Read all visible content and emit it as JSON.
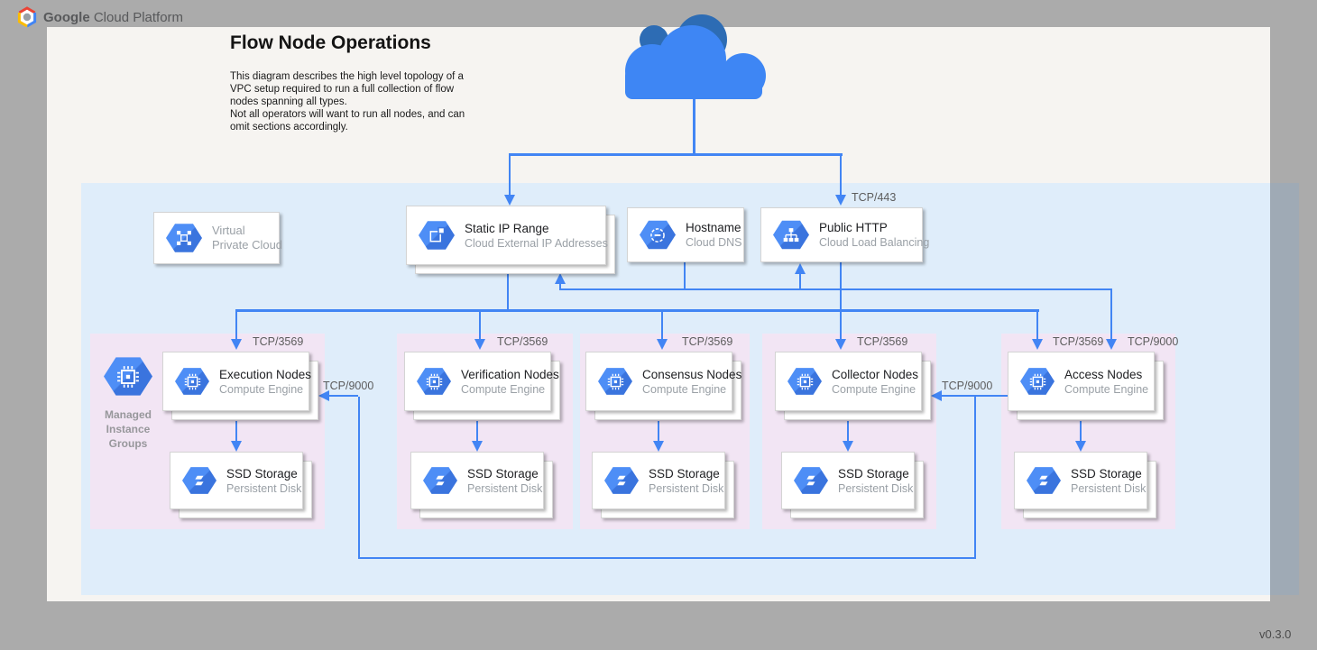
{
  "header": {
    "brand_bold": "Google",
    "brand_rest": "Cloud Platform"
  },
  "page": {
    "title": "Flow Node Operations",
    "description_lines": [
      "This diagram describes the high level topology of a",
      "VPC setup required to run a full collection of flow",
      "nodes spanning all types.",
      "Not all operators will want to run all nodes, and can",
      "omit sections accordingly."
    ],
    "version": "v0.3.0"
  },
  "vpc_card": {
    "line1": "Virtual",
    "line2": "Private Cloud"
  },
  "services": {
    "static_ip": {
      "title": "Static IP Range",
      "subtitle": "Cloud External IP Addresses"
    },
    "hostname": {
      "title": "Hostname",
      "subtitle": "Cloud DNS"
    },
    "public_http": {
      "title": "Public HTTP",
      "subtitle": "Cloud Load Balancing"
    }
  },
  "ports": {
    "https": "TCP/443"
  },
  "mig": {
    "label_lines": [
      "Managed",
      "Instance",
      "Groups"
    ]
  },
  "groups": [
    {
      "title": "Execution Nodes",
      "subtitle": "Compute Engine",
      "storage_title": "SSD Storage",
      "storage_subtitle": "Persistent Disk",
      "port_label": "TCP/3569"
    },
    {
      "title": "Verification Nodes",
      "subtitle": "Compute Engine",
      "storage_title": "SSD Storage",
      "storage_subtitle": "Persistent Disk",
      "port_label": "TCP/3569"
    },
    {
      "title": "Consensus Nodes",
      "subtitle": "Compute Engine",
      "storage_title": "SSD Storage",
      "storage_subtitle": "Persistent Disk",
      "port_label": "TCP/3569"
    },
    {
      "title": "Collector Nodes",
      "subtitle": "Compute Engine",
      "storage_title": "SSD Storage",
      "storage_subtitle": "Persistent Disk",
      "port_label": "TCP/3569"
    },
    {
      "title": "Access Nodes",
      "subtitle": "Compute Engine",
      "storage_title": "SSD Storage",
      "storage_subtitle": "Persistent Disk",
      "port_label": "TCP/3569",
      "port_label2": "TCP/9000"
    }
  ],
  "peer_labels": {
    "left": "TCP/9000",
    "right": "TCP/9000"
  },
  "colors": {
    "accent_blue": "#4285F4",
    "cloud_blue": "#3E86F4",
    "cloud_dark_blue": "#2D6CB4",
    "vpc_fill": "#DFEDFA",
    "group_fill": "#F2E5F4",
    "background_gray": "#ABABAB"
  }
}
